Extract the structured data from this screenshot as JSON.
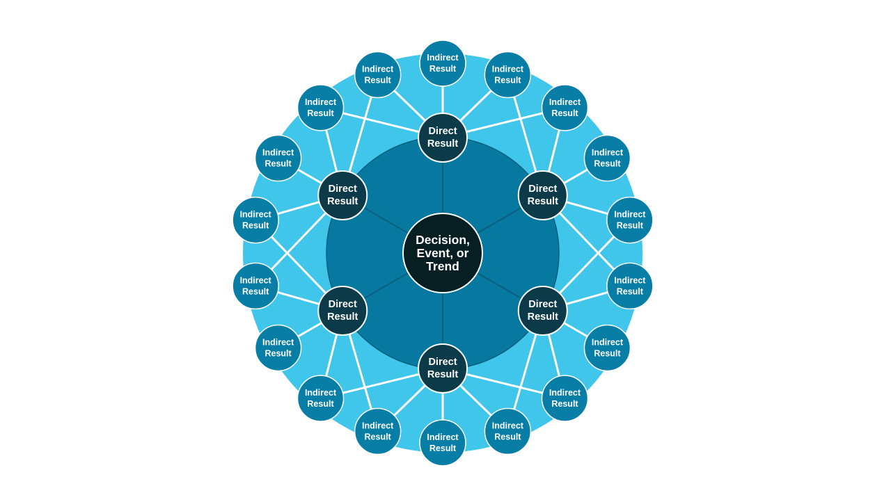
{
  "colors": {
    "background": "#ffffff",
    "outer_ring": "#3fc6ea",
    "inner_disc": "#0779a0",
    "indirect_node": "#087ea7",
    "direct_node": "#0c3a48",
    "center_node": "#071e23",
    "connector": "#ffffff"
  },
  "center": {
    "label_lines": [
      "Decision,",
      "Event, or",
      "Trend"
    ]
  },
  "direct_results": [
    {
      "label_lines": [
        "Direct",
        "Result"
      ]
    },
    {
      "label_lines": [
        "Direct",
        "Result"
      ]
    },
    {
      "label_lines": [
        "Direct",
        "Result"
      ]
    },
    {
      "label_lines": [
        "Direct",
        "Result"
      ]
    },
    {
      "label_lines": [
        "Direct",
        "Result"
      ]
    },
    {
      "label_lines": [
        "Direct",
        "Result"
      ]
    }
  ],
  "indirect_results": [
    {
      "label_lines": [
        "Indirect",
        "Result"
      ]
    },
    {
      "label_lines": [
        "Indirect",
        "Result"
      ]
    },
    {
      "label_lines": [
        "Indirect",
        "Result"
      ]
    },
    {
      "label_lines": [
        "Indirect",
        "Result"
      ]
    },
    {
      "label_lines": [
        "Indirect",
        "Result"
      ]
    },
    {
      "label_lines": [
        "Indirect",
        "Result"
      ]
    },
    {
      "label_lines": [
        "Indirect",
        "Result"
      ]
    },
    {
      "label_lines": [
        "Indirect",
        "Result"
      ]
    },
    {
      "label_lines": [
        "Indirect",
        "Result"
      ]
    },
    {
      "label_lines": [
        "Indirect",
        "Result"
      ]
    },
    {
      "label_lines": [
        "Indirect",
        "Result"
      ]
    },
    {
      "label_lines": [
        "Indirect",
        "Result"
      ]
    },
    {
      "label_lines": [
        "Indirect",
        "Result"
      ]
    },
    {
      "label_lines": [
        "Indirect",
        "Result"
      ]
    },
    {
      "label_lines": [
        "Indirect",
        "Result"
      ]
    },
    {
      "label_lines": [
        "Indirect",
        "Result"
      ]
    },
    {
      "label_lines": [
        "Indirect",
        "Result"
      ]
    },
    {
      "label_lines": [
        "Indirect",
        "Result"
      ]
    }
  ]
}
